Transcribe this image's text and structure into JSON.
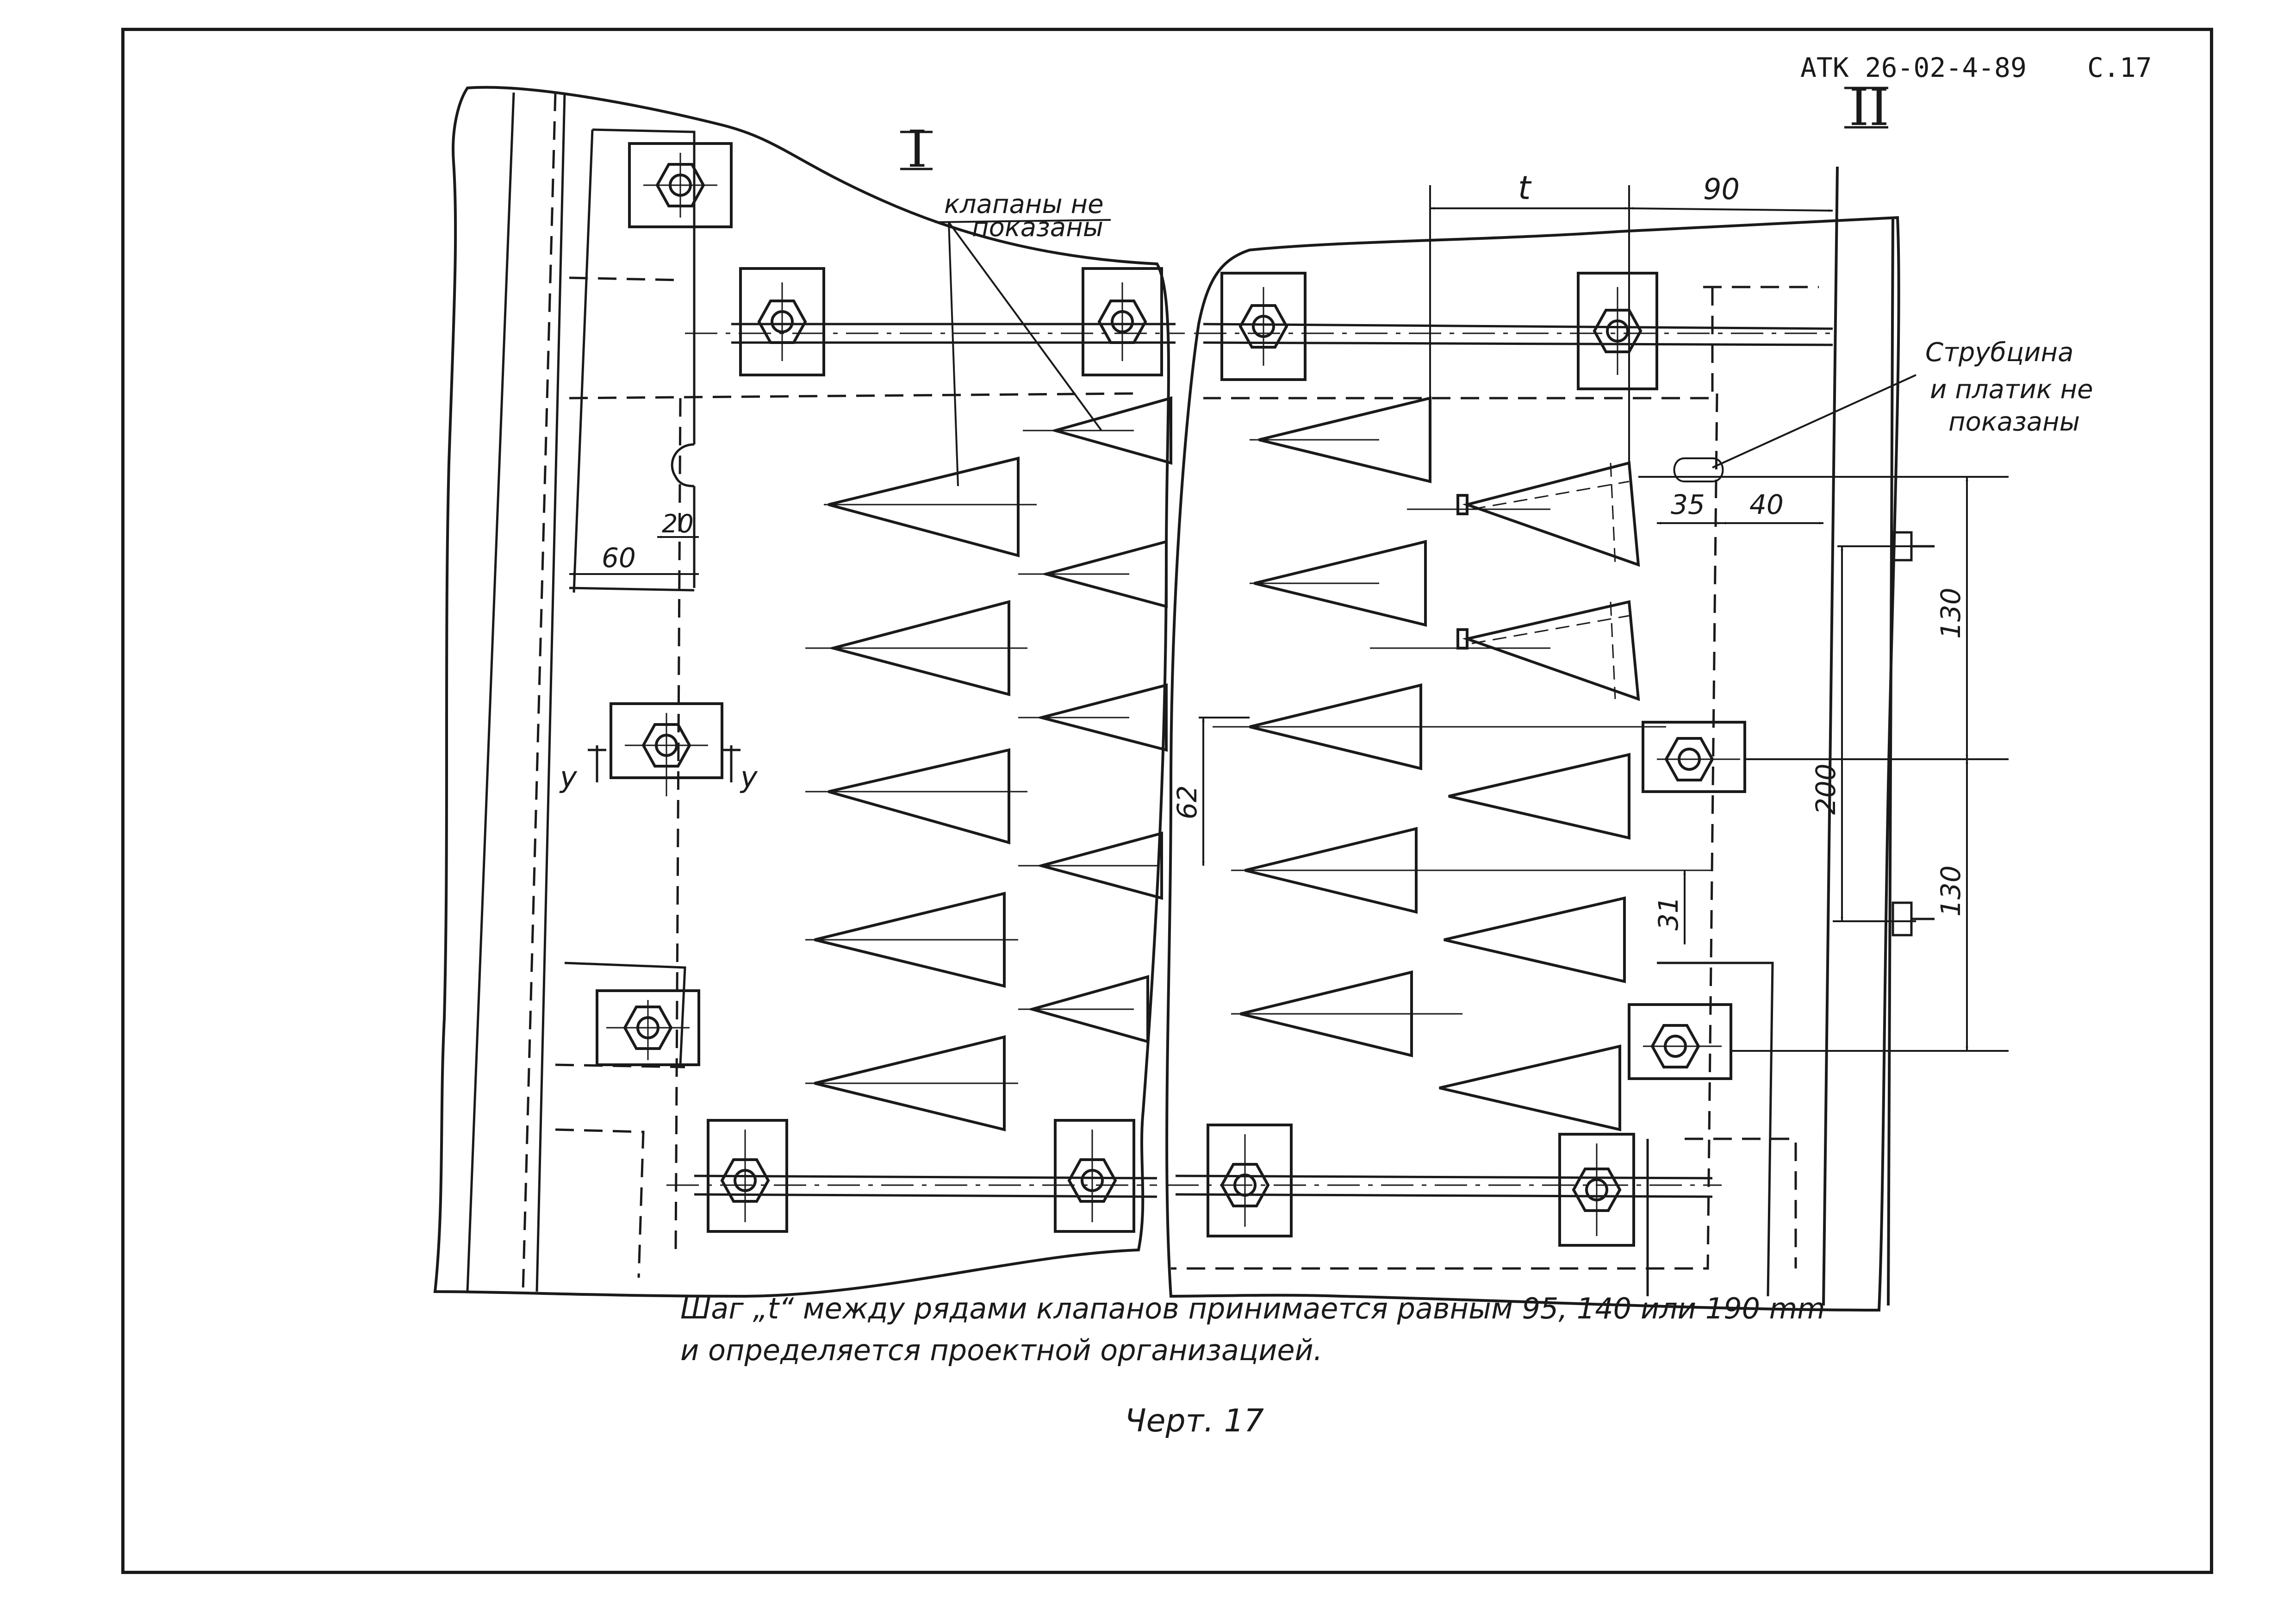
{
  "header": {
    "doc_code": "АТК 26-02-4-89",
    "page": "С.17"
  },
  "views": {
    "left": "I",
    "right": "II"
  },
  "notes": {
    "valves_hidden_line1": "клапаны не",
    "valves_hidden_line2": "показаны",
    "clamp_line1": "Струбцина",
    "clamp_line2": "и платик не",
    "clamp_line3": "показаны"
  },
  "dimensions": {
    "t": "t",
    "d90": "90",
    "d20": "20",
    "d60": "60",
    "d35": "35",
    "d40": "40",
    "d130_top": "130",
    "d200": "200",
    "d130_bottom": "130",
    "d62": "62",
    "d31": "31",
    "section_y_left": "у",
    "section_y_right": "у"
  },
  "caption": {
    "line1": "Шаг „t“ между рядами клапанов принимается равным 95, 140 или 190 mm",
    "line2": "и определяется проектной    организацией.",
    "figure": "Черт. 17"
  },
  "colors": {
    "ink": "#1a1a1a",
    "paper": "#ffffff"
  }
}
